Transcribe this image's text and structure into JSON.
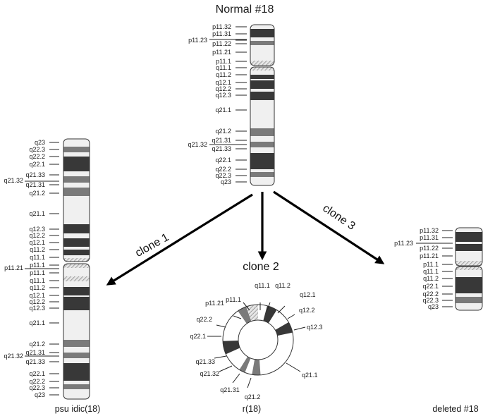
{
  "title": "Normal #18",
  "clone_labels": {
    "clone1": "clone 1",
    "clone2": "clone 2",
    "clone3": "clone 3"
  },
  "captions": {
    "left": "psu idic(18)",
    "ring": "r(18)",
    "right": "deleted #18"
  },
  "colors": {
    "dark": "#383838",
    "mid": "#7a7a7a",
    "light": "#f0f0f0",
    "hatch": "#bdbdbd",
    "white": "#ffffff"
  },
  "normal": {
    "labels_right": [
      "p11.32",
      "p11.31",
      "p11.22",
      "p11.21",
      "p11.1",
      "q11.1",
      "q11.2",
      "q12.1",
      "q12.2",
      "q12.3",
      "q21.1",
      "q21.2",
      "q21.31",
      "q21.33",
      "q22.1",
      "q22.2",
      "q22.3",
      "q23"
    ],
    "labels_left": [
      "p11.23",
      "q21.32"
    ]
  },
  "psu_idic": {
    "labels_right": [
      "q23",
      "q22.3",
      "q22.2",
      "q22.1",
      "q21.33",
      "q21.31",
      "q21.2",
      "q21.1",
      "q12.3",
      "q12.2",
      "q12.1",
      "q11.2",
      "q11.1",
      "p11.1",
      "p11.1",
      "q11.1",
      "q11.2",
      "q12.1",
      "q12.2",
      "q12.3",
      "q21.1",
      "q21.2",
      "q21.31",
      "q21.33",
      "q22.1",
      "q22.2",
      "q22.3",
      "q23"
    ],
    "labels_left": [
      "q21.32",
      "p11.21",
      "q21.32"
    ]
  },
  "ring": {
    "labels": [
      "p11.1",
      "q11.1",
      "q11.2",
      "q12.1",
      "p11.21",
      "q12.2",
      "q22.2",
      "q12.3",
      "q22.1",
      "q21.33",
      "q21.32",
      "q21.1",
      "q21.31",
      "q21.2"
    ]
  },
  "deleted": {
    "labels_right": [
      "p11.32",
      "p11.31",
      "p11.22",
      "p11.21",
      "p11.1",
      "q11.1",
      "q11.2",
      "q22.1",
      "q22.2",
      "q22.3",
      "q23"
    ],
    "labels_left": [
      "p11.23"
    ]
  }
}
